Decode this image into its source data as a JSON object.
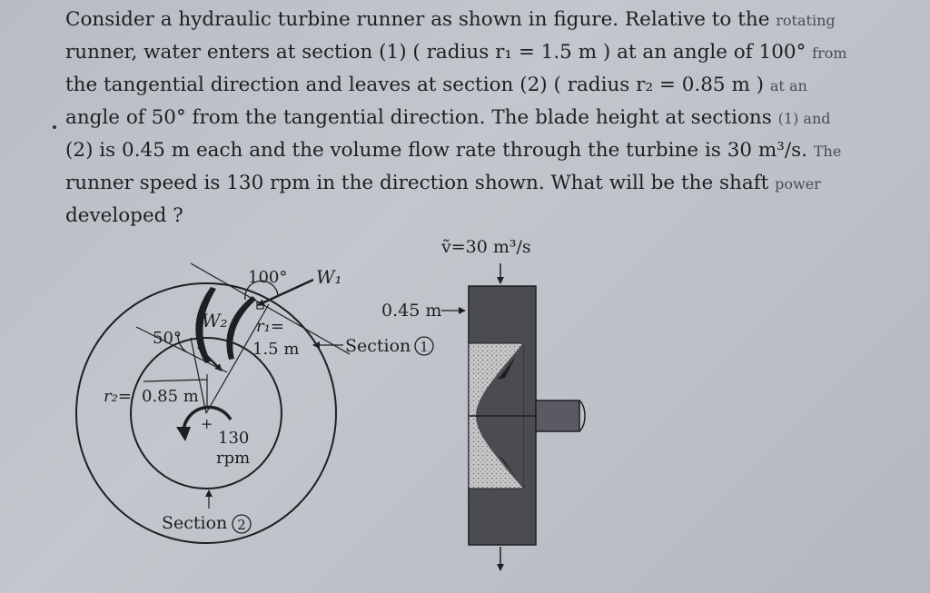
{
  "problem": {
    "line1_a": "Consider a hydraulic turbine runner as shown in figure. Relative to the ",
    "line1_b": "rotating",
    "line2_a": "runner, water enters at section (1) ( radius r₁ = 1.5 m ) at an angle of 100° ",
    "line2_b": "from",
    "line3_a": "the tangential direction and leaves at section (2) ( radius r₂ = 0.85 m ) ",
    "line3_b": "at an",
    "line4_a": "angle of 50° from the tangential direction. The blade height at sections ",
    "line4_b": "(1) and",
    "line5_a": "(2) is 0.45 m each and the volume flow rate through the turbine is 30 m³/s. ",
    "line5_b": "The",
    "line6_a": "runner speed is 130 rpm in the direction shown. What will be the shaft ",
    "line6_b": "power",
    "line7": "developed ?"
  },
  "figure": {
    "angle_inlet": "100°",
    "w1": "W₁",
    "w2": "W₂",
    "angle_outlet": "50°",
    "r1_label": "r₁=",
    "r1_value": "1.5 m",
    "r2_label": "r₂=",
    "r2_value": "0.85 m",
    "speed_value": "130",
    "speed_unit": "rpm",
    "section1_label": "Section",
    "section1_num": "1",
    "section2_label": "Section",
    "section2_num": "2",
    "flow_rate": "ṽ=30 m³/s",
    "blade_height": "0.45 m"
  }
}
